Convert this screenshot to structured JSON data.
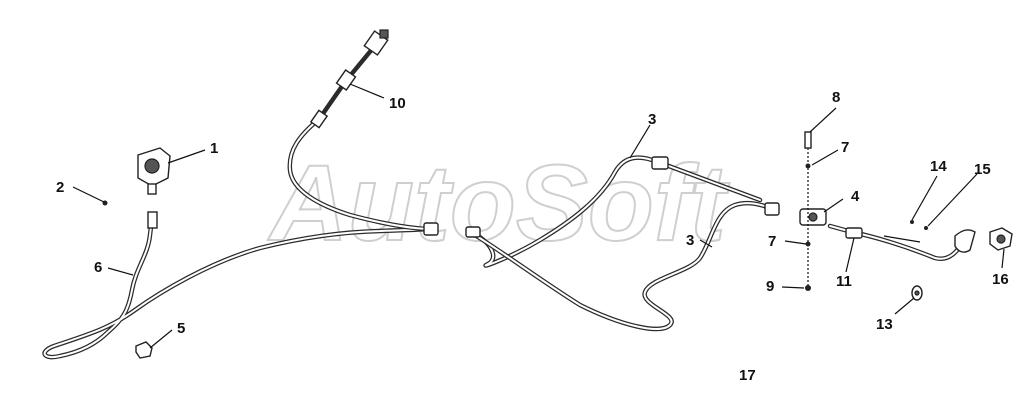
{
  "watermark": {
    "text": "AutoSoft"
  },
  "callouts": [
    {
      "id": "1",
      "label": "1"
    },
    {
      "id": "2",
      "label": "2"
    },
    {
      "id": "3a",
      "label": "3"
    },
    {
      "id": "3b",
      "label": "3"
    },
    {
      "id": "4",
      "label": "4"
    },
    {
      "id": "5",
      "label": "5"
    },
    {
      "id": "6",
      "label": "6"
    },
    {
      "id": "7a",
      "label": "7"
    },
    {
      "id": "7b",
      "label": "7"
    },
    {
      "id": "8",
      "label": "8"
    },
    {
      "id": "9",
      "label": "9"
    },
    {
      "id": "10",
      "label": "10"
    },
    {
      "id": "11",
      "label": "11"
    },
    {
      "id": "13",
      "label": "13"
    },
    {
      "id": "14",
      "label": "14"
    },
    {
      "id": "15",
      "label": "15"
    },
    {
      "id": "16",
      "label": "16"
    },
    {
      "id": "17",
      "label": "17"
    }
  ]
}
